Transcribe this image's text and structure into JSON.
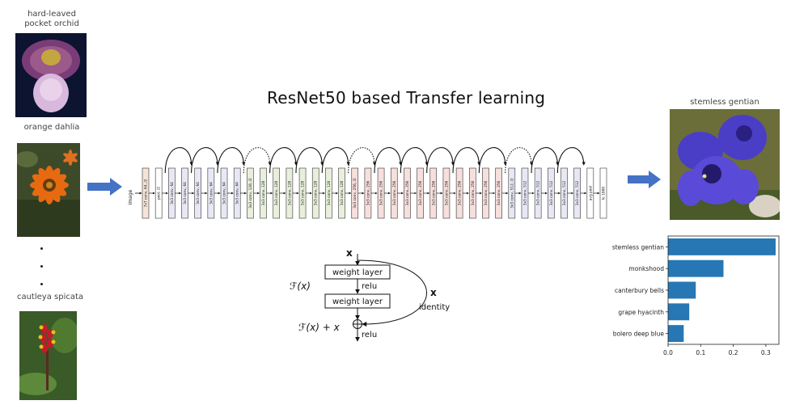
{
  "title": "ResNet50 based Transfer learning",
  "inputs": [
    {
      "label": "hard-leaved\npocket orchid"
    },
    {
      "label": "orange dahlia"
    },
    {
      "label": "cautleya spicata"
    }
  ],
  "output_label": "stemless gentian",
  "network": {
    "input_label": "image",
    "layers": [
      {
        "label": "7x7 conv, 64, /2",
        "kind": "first"
      },
      {
        "label": "pool, /2",
        "kind": "pool"
      },
      {
        "label": "3x3 conv, 64",
        "kind": "s1"
      },
      {
        "label": "3x3 conv, 64",
        "kind": "s1"
      },
      {
        "label": "3x3 conv, 64",
        "kind": "s1"
      },
      {
        "label": "3x3 conv, 64",
        "kind": "s1"
      },
      {
        "label": "3x3 conv, 64",
        "kind": "s1"
      },
      {
        "label": "3x3 conv, 64",
        "kind": "s1"
      },
      {
        "label": "3x3 conv, 128, /2",
        "kind": "s2"
      },
      {
        "label": "3x3 conv, 128",
        "kind": "s2"
      },
      {
        "label": "3x3 conv, 128",
        "kind": "s2"
      },
      {
        "label": "3x3 conv, 128",
        "kind": "s2"
      },
      {
        "label": "3x3 conv, 128",
        "kind": "s2"
      },
      {
        "label": "3x3 conv, 128",
        "kind": "s2"
      },
      {
        "label": "3x3 conv, 128",
        "kind": "s2"
      },
      {
        "label": "3x3 conv, 128",
        "kind": "s2"
      },
      {
        "label": "3x3 conv, 256, /2",
        "kind": "s3"
      },
      {
        "label": "3x3 conv, 256",
        "kind": "s3"
      },
      {
        "label": "3x3 conv, 256",
        "kind": "s3"
      },
      {
        "label": "3x3 conv, 256",
        "kind": "s3"
      },
      {
        "label": "3x3 conv, 256",
        "kind": "s3"
      },
      {
        "label": "3x3 conv, 256",
        "kind": "s3"
      },
      {
        "label": "3x3 conv, 256",
        "kind": "s3"
      },
      {
        "label": "3x3 conv, 256",
        "kind": "s3"
      },
      {
        "label": "3x3 conv, 256",
        "kind": "s3"
      },
      {
        "label": "3x3 conv, 256",
        "kind": "s3"
      },
      {
        "label": "3x3 conv, 256",
        "kind": "s3"
      },
      {
        "label": "3x3 conv, 256",
        "kind": "s3"
      },
      {
        "label": "3x3 conv, 512, /2",
        "kind": "s4"
      },
      {
        "label": "3x3 conv, 512",
        "kind": "s4"
      },
      {
        "label": "3x3 conv, 512",
        "kind": "s4"
      },
      {
        "label": "3x3 conv, 512",
        "kind": "s4"
      },
      {
        "label": "3x3 conv, 512",
        "kind": "s4"
      },
      {
        "label": "3x3 conv, 512",
        "kind": "s4"
      },
      {
        "label": "avg pool",
        "kind": "pool"
      },
      {
        "label": "fc 1000",
        "kind": "fc"
      }
    ],
    "colors": {
      "first": "#f6e4d6",
      "pool": "#ffffff",
      "s1": "#e7e8f4",
      "s2": "#e8f0dc",
      "s3": "#f6dfdc",
      "s4": "#e7e8f4",
      "fc": "#ffffff"
    }
  },
  "residual_block": {
    "x_top": "x",
    "weight_layer_1": "weight layer",
    "weight_layer_2": "weight layer",
    "relu_mid": "relu",
    "relu_out": "relu",
    "fx": "ℱ(x)",
    "fx_plus_x": "ℱ(x) + x",
    "x_identity": "x",
    "identity": "identity"
  },
  "chart_data": {
    "type": "bar",
    "orientation": "horizontal",
    "categories": [
      "stemless gentian",
      "monkshood",
      "canterbury bells",
      "grape hyacinth",
      "bolero deep blue"
    ],
    "values": [
      0.33,
      0.17,
      0.085,
      0.065,
      0.048
    ],
    "xlim": [
      0,
      0.34
    ],
    "xticks": [
      "0.0",
      "0.1",
      "0.2",
      "0.3"
    ],
    "bar_color": "#2677b4",
    "title": "",
    "xlabel": "",
    "ylabel": ""
  },
  "colors": {
    "arrow": "#4472c4"
  }
}
